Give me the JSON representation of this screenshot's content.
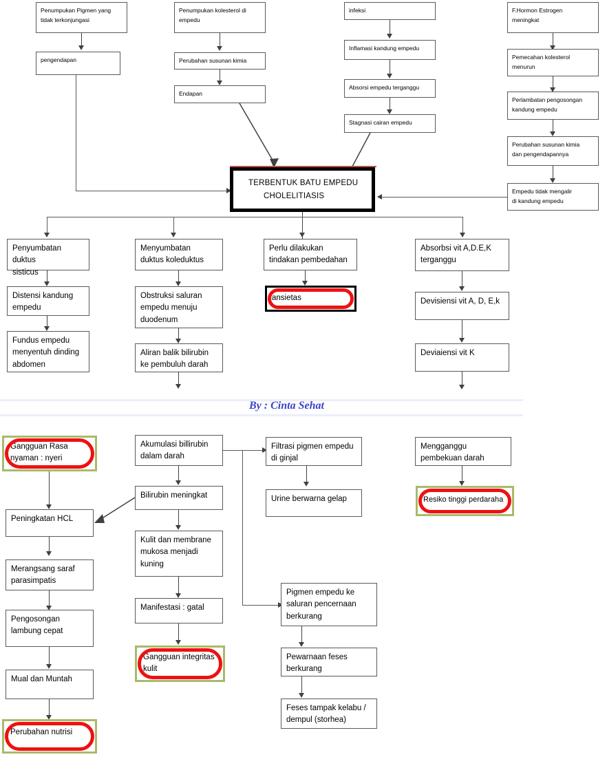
{
  "document": {
    "title": "Pathway Cholelitiasis",
    "signature": "By : Cinta Sehat",
    "colors": {
      "box_border": "#595959",
      "annotation_red": "#ee1111",
      "annotation_olive": "#a9b96a",
      "signature_blue": "#3b43c8",
      "emphasis_black": "#000000",
      "band": "#eceefb"
    }
  },
  "top_section": {
    "column_1": [
      {
        "id": "t1-1",
        "text": "Penumpukan Pigmen yang\ntidak terkonjungasi"
      },
      {
        "id": "t1-2",
        "text": "pengendapan"
      }
    ],
    "column_2": [
      {
        "id": "t2-1",
        "text": "Penumpukan kolesterol di\nempedu"
      },
      {
        "id": "t2-2",
        "text": "Perubahan susunan kimia"
      },
      {
        "id": "t2-3",
        "text": "Endapan"
      }
    ],
    "column_3": [
      {
        "id": "t3-1",
        "text": "infeksi"
      },
      {
        "id": "t3-2",
        "text": "Inflamasi kandung empedu"
      },
      {
        "id": "t3-3",
        "text": "Absorsi empedu terganggu"
      },
      {
        "id": "t3-4",
        "text": "Stagnasi cairan empedu"
      }
    ],
    "column_4": [
      {
        "id": "t4-1",
        "text": "F.Hormon Estrogen\nmeningkat"
      },
      {
        "id": "t4-2",
        "text": "Pemecahan kolesterol\nmenurun"
      },
      {
        "id": "t4-3",
        "text": "Perlambatan  pengosongan\nkandung empedu"
      },
      {
        "id": "t4-4",
        "text": "Perubahan susunan kimia\ndan pengendapannya"
      },
      {
        "id": "t4-5",
        "text": "Empedu tidak mengalir\ndi kandung empedu"
      }
    ]
  },
  "central_node": {
    "line1": "TERBENTUK BATU EMPEDU",
    "line2": "CHOLELITIASIS"
  },
  "mid_section": {
    "branch_1": [
      {
        "id": "m1-1",
        "text": "Penyumbatan duktus\nsisticus"
      },
      {
        "id": "m1-2",
        "text": "Distensi kandung\nempedu"
      },
      {
        "id": "m1-3",
        "text": "Fundus empedu\nmenyentuh dinding\nabdomen"
      }
    ],
    "branch_2": [
      {
        "id": "m2-1",
        "text": "Menyumbatan\nduktus koleduktus"
      },
      {
        "id": "m2-2",
        "text": "Obstruksi saluran\nempedu menuju\nduodenum"
      },
      {
        "id": "m2-3",
        "text": "Aliran balik bilirubin\nke pembuluh darah"
      }
    ],
    "branch_3": [
      {
        "id": "m3-1",
        "text": "Perlu dilakukan\ntindakan pembedahan"
      },
      {
        "id": "m3-2",
        "text": "ansietas",
        "highlight": "black-red"
      }
    ],
    "branch_4": [
      {
        "id": "m4-1",
        "text": "Absorbsi vit A,D.E,K\nterganggu"
      },
      {
        "id": "m4-2",
        "text": "Devisiensi vit A, D, E,k"
      },
      {
        "id": "m4-3",
        "text": "Deviaiensi vit K"
      }
    ]
  },
  "bottom_section": {
    "branch_1": [
      {
        "id": "b1-1",
        "text": "Gangguan Rasa\nnyaman : nyeri",
        "highlight": "olive-red"
      },
      {
        "id": "b1-2",
        "text": "Peningkatan HCL"
      },
      {
        "id": "b1-3",
        "text": "Merangsang saraf\nparasimpatis"
      },
      {
        "id": "b1-4",
        "text": "Pengosongan\nlambung cepat"
      },
      {
        "id": "b1-5",
        "text": "Mual dan Muntah"
      },
      {
        "id": "b1-6",
        "text": "Perubahan nutrisi",
        "highlight": "olive-red"
      }
    ],
    "branch_2": [
      {
        "id": "b2-1",
        "text": "Akumulasi billirubin\ndalam darah"
      },
      {
        "id": "b2-2",
        "text": "Bilirubin meningkat"
      },
      {
        "id": "b2-3",
        "text": "Kulit dan membrane\nmukosa menjadi\nkuning"
      },
      {
        "id": "b2-4",
        "text": "Manifestasi : gatal"
      },
      {
        "id": "b2-5",
        "text": "Gangguan integritas\nkulit",
        "highlight": "olive-red"
      }
    ],
    "branch_3": [
      {
        "id": "b3-1",
        "text": "Filtrasi pigmen empedu\ndi ginjal"
      },
      {
        "id": "b3-2",
        "text": "Urine berwarna gelap"
      },
      {
        "id": "b3-3",
        "text": "Pigmen empedu ke\nsaluran pencernaan\nberkurang"
      },
      {
        "id": "b3-4",
        "text": "Pewarnaan feses\nberkurang"
      },
      {
        "id": "b3-5",
        "text": "Feses tampak kelabu /\ndempul (storhea)"
      }
    ],
    "branch_4": [
      {
        "id": "b4-1",
        "text": "Mengganggu\npembekuan darah"
      },
      {
        "id": "b4-2",
        "text": "Resiko tinggi perdaraha",
        "highlight": "olive-red"
      }
    ]
  }
}
